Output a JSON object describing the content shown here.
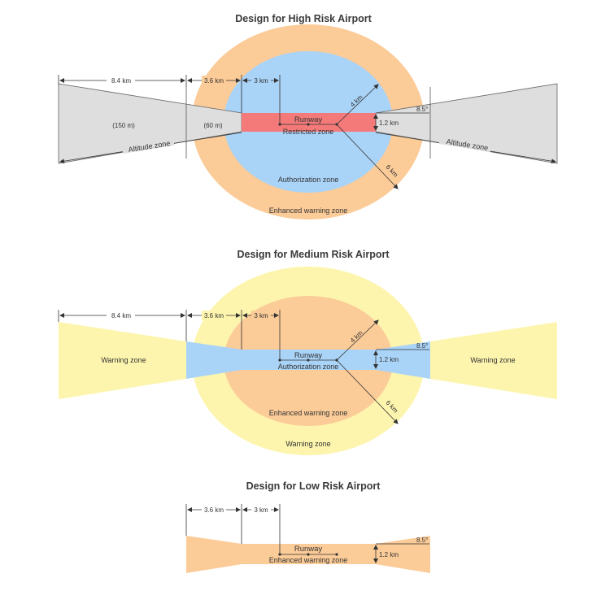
{
  "colors": {
    "enhanced_warning": "#fbcb98",
    "authorization": "#a9d3f7",
    "restricted": "#f47a7a",
    "altitude": "#dedede",
    "warning": "#fdf5ad"
  },
  "high": {
    "title": "Design for High Risk Airport",
    "dim_84": "8.4 km",
    "dim_36": "3.6 km",
    "dim_3": "3 km",
    "r4": "4 km",
    "r6": "6 km",
    "angle": "8.5°",
    "width": "1.2 km",
    "alt_150": "(150 m)",
    "alt_60": "(60 m)",
    "runway": "Runway",
    "restricted_zone": "Restricted zone",
    "altitude_zone": "Altitude zone",
    "authorization_zone": "Authorization zone",
    "enhanced_warning_zone": "Enhanced warning zone"
  },
  "medium": {
    "title": "Design for Medium Risk Airport",
    "dim_84": "8.4 km",
    "dim_36": "3.6 km",
    "dim_3": "3 km",
    "r4": "4 km",
    "r6": "6 km",
    "angle": "8.5°",
    "width": "1.2 km",
    "runway": "Runway",
    "authorization_zone": "Authorization zone",
    "enhanced_warning_zone": "Enhanced warning zone",
    "warning_zone": "Warning zone",
    "warning_zone_left": "Warning zone",
    "warning_zone_right": "Warning zone"
  },
  "low": {
    "title": "Design for Low Risk Airport",
    "dim_36": "3.6 km",
    "dim_3": "3 km",
    "angle": "8.5°",
    "width": "1.2 km",
    "runway": "Runway",
    "enhanced_warning_zone": "Enhanced warning zone"
  }
}
